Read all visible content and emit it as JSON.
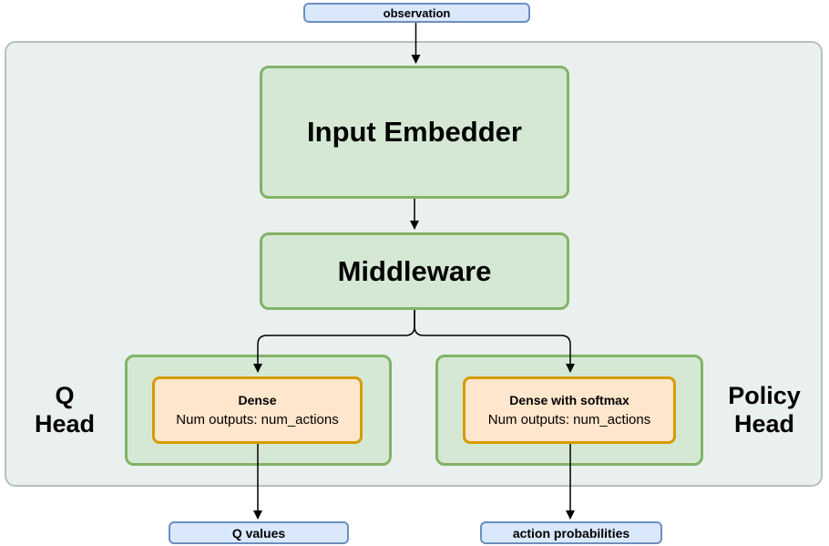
{
  "nodes": {
    "observation": {
      "label": "observation"
    },
    "input_embedder": {
      "label": "Input Embedder"
    },
    "middleware": {
      "label": "Middleware"
    },
    "q_head": {
      "label_line1": "Q",
      "label_line2": "Head",
      "dense": {
        "title": "Dense",
        "subtitle": "Num outputs: num_actions"
      }
    },
    "policy_head": {
      "label_line1": "Policy",
      "label_line2": "Head",
      "dense": {
        "title": "Dense with softmax",
        "subtitle": "Num outputs: num_actions"
      }
    },
    "q_values": {
      "label": "Q values"
    },
    "action_probabilities": {
      "label": "action probabilities"
    }
  },
  "colors": {
    "terminal_fill": "#dae8fc",
    "terminal_border": "#6c8ebf",
    "process_fill": "#d5e8d4",
    "process_border": "#82b366",
    "dense_fill": "#ffe6cc",
    "dense_border": "#d79b00",
    "container_fill": "#e9f0ee",
    "container_border": "#b7c0bc",
    "connector": "#000000"
  }
}
